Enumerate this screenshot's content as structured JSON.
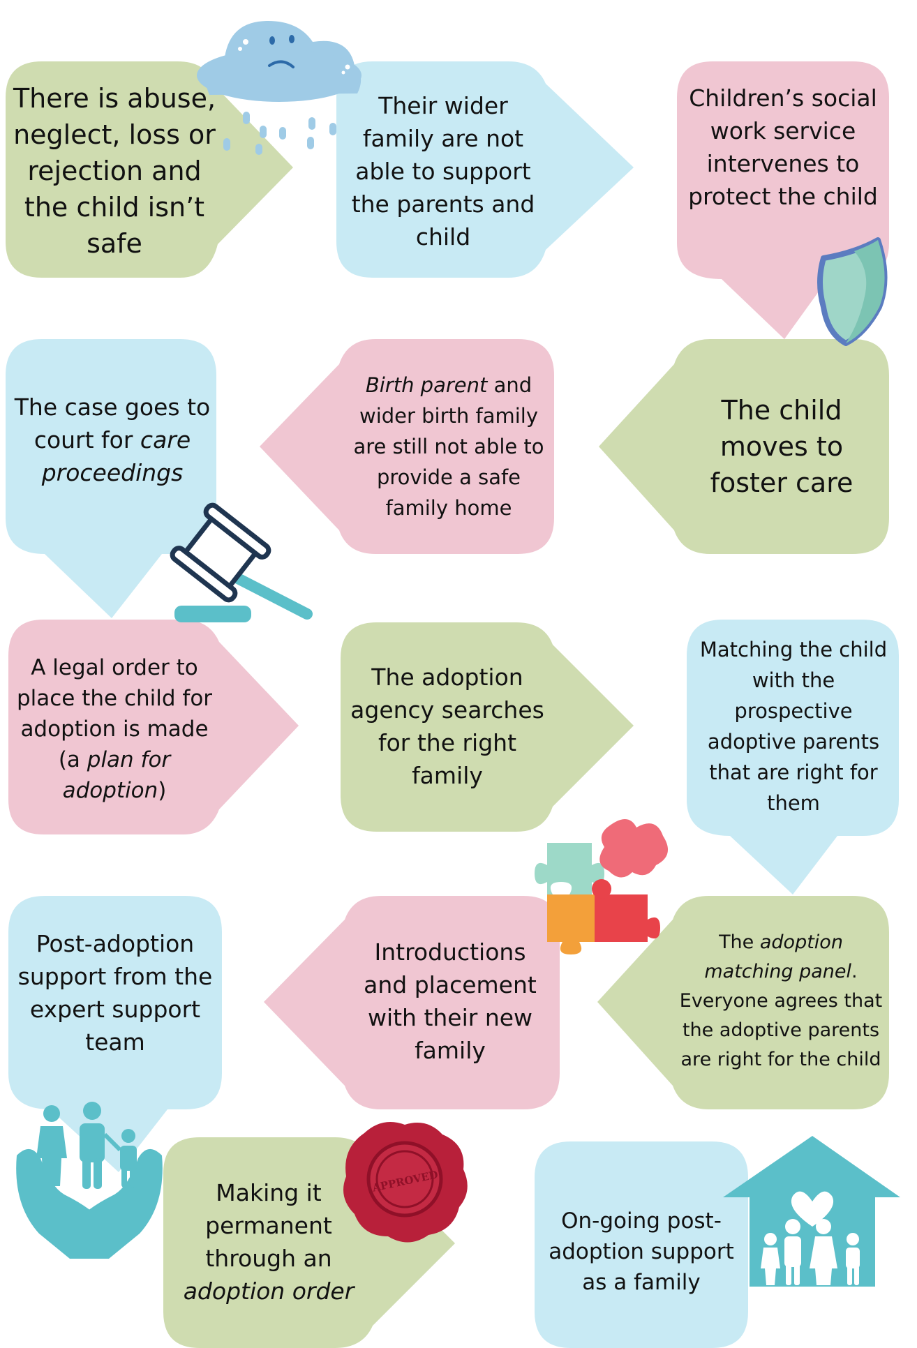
{
  "colors": {
    "green": "#cfdcb0",
    "blue": "#c8eaf4",
    "pink": "#f0c6d2",
    "teal": "#5bbfc9",
    "teal_dark": "#2e9aa6"
  },
  "steps": [
    {
      "id": "abuse",
      "color": "green",
      "text": "There is abuse, neglect, loss or rejection and the child isn’t safe"
    },
    {
      "id": "wider-family",
      "color": "blue",
      "text": "Their wider family are not able to support the parents and child"
    },
    {
      "id": "social-work",
      "color": "pink",
      "text": "Children’s social work service intervenes to protect the child"
    },
    {
      "id": "foster-care",
      "color": "green",
      "text": "The child moves to foster care"
    },
    {
      "id": "birth-parent",
      "color": "pink",
      "italic": "Birth parent",
      "text": " and wider birth family are still not able to provide a safe family home"
    },
    {
      "id": "court",
      "color": "blue",
      "text_before": "The case goes to court for ",
      "italic": "care proceedings"
    },
    {
      "id": "legal-order",
      "color": "pink",
      "text_before": "A legal order to place the child for adoption is made (a ",
      "italic": "plan for adoption",
      "text_after": ")"
    },
    {
      "id": "agency-search",
      "color": "green",
      "text": "The adoption agency searches for the right family"
    },
    {
      "id": "matching",
      "color": "blue",
      "text": "Matching the child with the prospective adoptive parents that are right for them"
    },
    {
      "id": "panel",
      "color": "green",
      "text_before": "The ",
      "italic": "adoption matching panel",
      "text_after": ". Everyone agrees that the adoptive parents are right for the child"
    },
    {
      "id": "introductions",
      "color": "pink",
      "text": "Introductions and placement with their new family"
    },
    {
      "id": "post-adoption",
      "color": "blue",
      "text": "Post-adoption support from the expert support team"
    },
    {
      "id": "adoption-order",
      "color": "green",
      "text_before": "Making it permanent through an ",
      "italic": "adoption order"
    },
    {
      "id": "ongoing",
      "color": "blue",
      "text": "On-going post-adoption support as a family"
    }
  ],
  "icons": [
    {
      "name": "sad-rain-cloud-icon"
    },
    {
      "name": "shield-icon"
    },
    {
      "name": "gavel-icon"
    },
    {
      "name": "puzzle-pieces-icon"
    },
    {
      "name": "family-in-hands-icon"
    },
    {
      "name": "approved-wax-seal-icon",
      "label": "APPROVED"
    },
    {
      "name": "family-house-heart-icon"
    }
  ]
}
